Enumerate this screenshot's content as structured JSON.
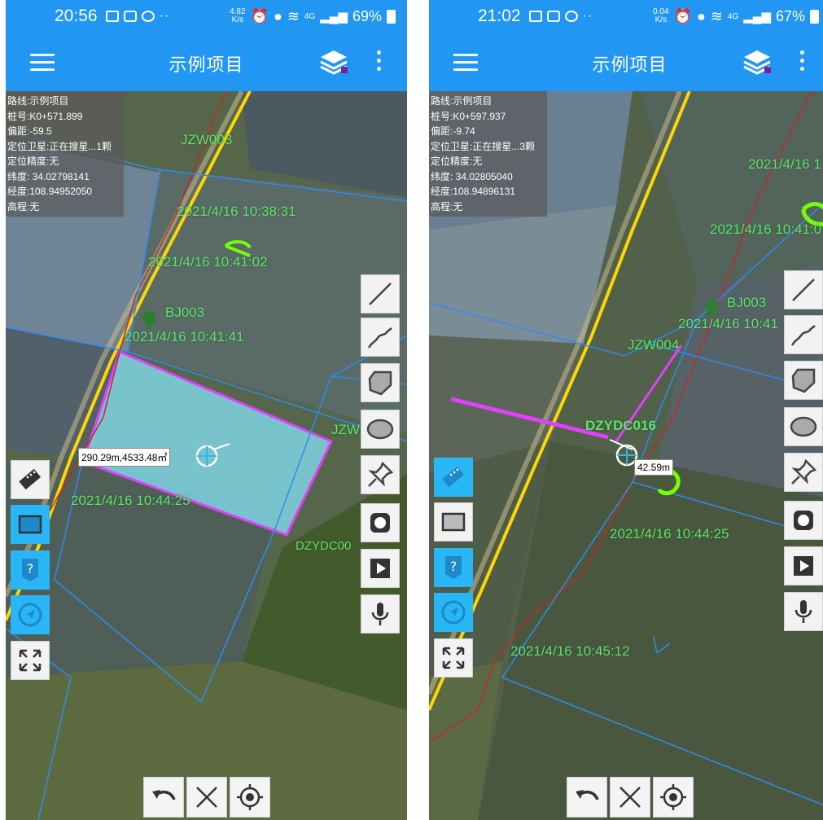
{
  "colors": {
    "app_bar": "#2196f3",
    "boundary_line": "#2e8bf0",
    "road_line": "#ffd600",
    "track_line": "#c62828",
    "measure_line": "#e040fb",
    "label_green": "#5ae86a",
    "tool_active": "#29b6f6",
    "tool_bg": "#f2f2f2"
  },
  "screens": [
    {
      "status": {
        "time": "20:56",
        "speed_value": "4.82",
        "speed_unit": "K/s",
        "network": "4G",
        "battery": "69%"
      },
      "title": "示例项目",
      "info": {
        "route": "路线:示例项目",
        "station": "桩号:K0+571.899",
        "offset": "偏距:-59.5",
        "satellite": "定位卫星:正在搜星...1颗",
        "accuracy": "定位精度:无",
        "latitude": "纬度: 34.02798141",
        "longitude": "经度:108.94952050",
        "elevation": "高程:无"
      },
      "labels": {
        "jzw003": "JZW003",
        "ts_1": "2021/4/16 10:38:31",
        "ts_2": "2021/4/16 10:41:02",
        "bj003": "BJ003",
        "ts_3": "2021/4/16 10:41:41",
        "jzw_right": "JZW",
        "ts_4": "2021/4/16 10:44:25",
        "dzydc": "DZYDC00"
      },
      "measure": "290.29m,4533.48㎡"
    },
    {
      "status": {
        "time": "21:02",
        "speed_value": "0.04",
        "speed_unit": "K/s",
        "network": "4G",
        "battery": "67%"
      },
      "title": "示例项目",
      "info": {
        "route": "路线:示例项目",
        "station": "桩号:K0+597.937",
        "offset": "偏距:-9.74",
        "satellite": "定位卫星:正在搜星...3颗",
        "accuracy": "定位精度:无",
        "latitude": "纬度: 34.02805040",
        "longitude": "经度:108.94896131",
        "elevation": "高程:无"
      },
      "labels": {
        "ts_1": "2021/4/16 1",
        "ts_2": "2021/4/16 10:41:0",
        "bj003": "BJ003",
        "ts_3": "2021/4/16 10:41",
        "jzw004": "JZW004",
        "dzydc": "DZYDC016",
        "ts_4": "2021/4/16 10:44:25",
        "ts_5": "2021/4/16 10:45:12"
      },
      "measure": "42.59m"
    }
  ],
  "tools": {
    "right": [
      "line-tool",
      "polyline-tool",
      "polygon-tool",
      "ellipse-tool",
      "pin-tool",
      "record-tool",
      "video-tool",
      "mic-tool"
    ],
    "left": [
      "ruler-tool",
      "area-tool",
      "help-tool",
      "locate-tool",
      "fullscreen-tool"
    ],
    "bottom": [
      "undo",
      "cancel",
      "center-location"
    ]
  }
}
